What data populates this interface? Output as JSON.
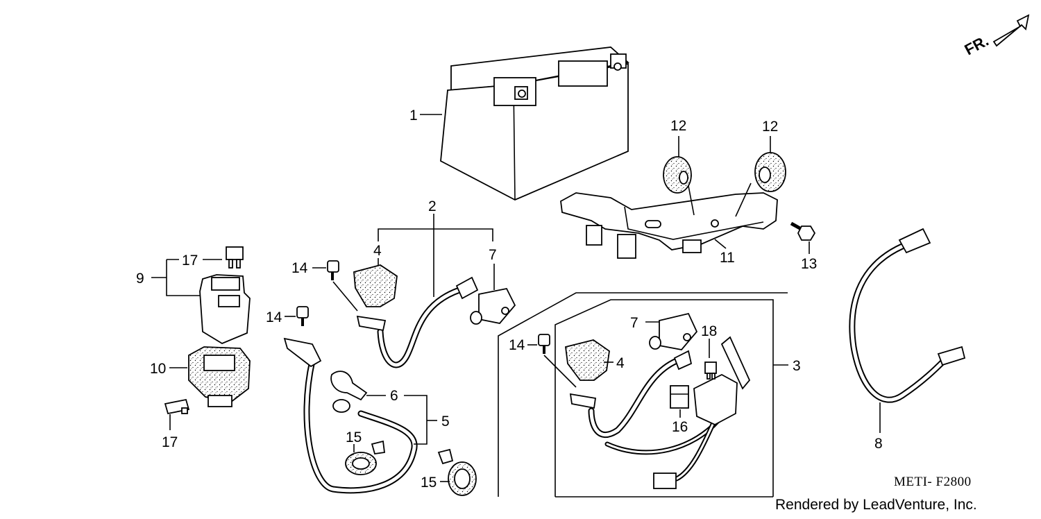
{
  "diagram": {
    "orientation_label": "FR.",
    "diagram_code": "METI- F2800",
    "credit": "Rendered by LeadVenture, Inc.",
    "callouts": {
      "c1": "1",
      "c2": "2",
      "c3": "3",
      "c4a": "4",
      "c4b": "4",
      "c5": "5",
      "c6": "6",
      "c7a": "7",
      "c7b": "7",
      "c8": "8",
      "c9": "9",
      "c10": "10",
      "c11": "11",
      "c12a": "12",
      "c12b": "12",
      "c13": "13",
      "c14a": "14",
      "c14b": "14",
      "c14c": "14",
      "c15a": "15",
      "c15b": "15",
      "c16": "16",
      "c17a": "17",
      "c17b": "17",
      "c18": "18"
    }
  }
}
